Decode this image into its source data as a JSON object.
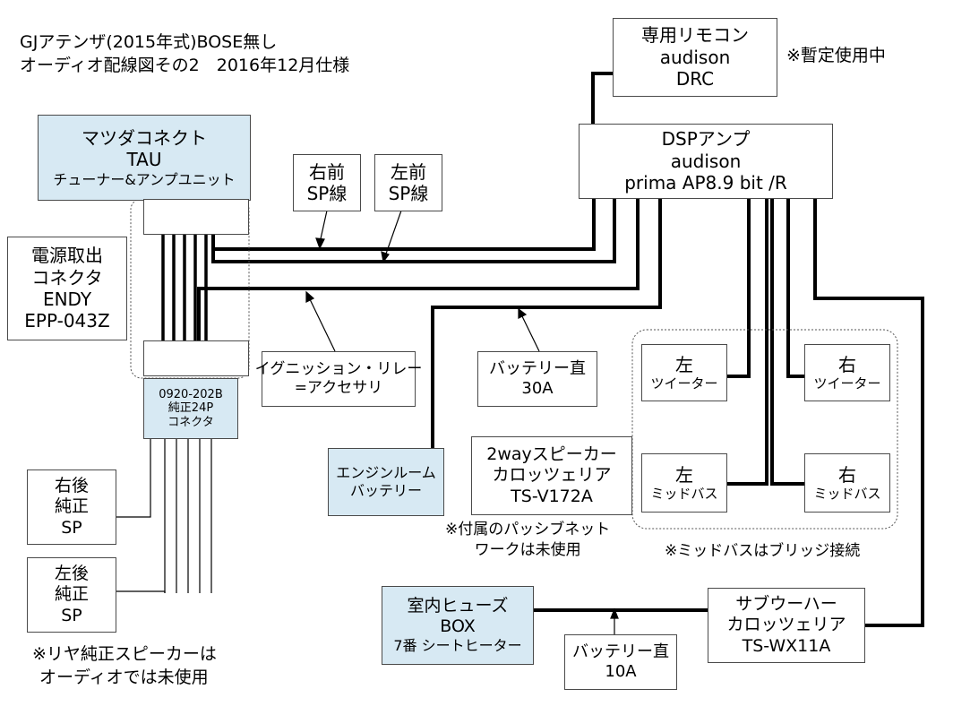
{
  "title": {
    "line1": "GJアテンザ(2015年式)BOSE無し",
    "line2": "オーディオ配線図その2　2016年12月仕様"
  },
  "remote": {
    "line1": "専用リモコン",
    "line2": "audison",
    "line3": "DRC"
  },
  "remote_note": "※暫定使用中",
  "dsp": {
    "line1": "DSPアンプ",
    "line2": "audison",
    "line3": "prima AP8.9 bit /R"
  },
  "mazda": {
    "line1": "マツダコネクト",
    "line2": "TAU",
    "line3": "チューナー&アンプユニット"
  },
  "power_conn": {
    "line1": "電源取出",
    "line2": "コネクタ",
    "line3": "ENDY",
    "line4": "EPP-043Z"
  },
  "harness_conn": {
    "line1": "0920-202B",
    "line2": "純正24P",
    "line3": "コネクタ"
  },
  "sp_front_right": {
    "line1": "右前",
    "line2": "SP線"
  },
  "sp_front_left": {
    "line1": "左前",
    "line2": "SP線"
  },
  "ignition": {
    "line1": "イグニッション・リレー",
    "line2": "=アクセサリ"
  },
  "battery_30a": {
    "line1": "バッテリー直",
    "line2": "30A"
  },
  "engine_battery": {
    "line1": "エンジンルーム",
    "line2": "バッテリー"
  },
  "speaker_2way": {
    "line1": "2wayスピーカー",
    "line2": "カロッツェリア",
    "line3": "TS-V172A"
  },
  "passive_note": {
    "line1": "※付属のパッシブネット",
    "line2": "ワークは未使用"
  },
  "tweeter_left": {
    "line1": "左",
    "line2": "ツイーター"
  },
  "tweeter_right": {
    "line1": "右",
    "line2": "ツイーター"
  },
  "mid_left": {
    "line1": "左",
    "line2": "ミッドバス"
  },
  "mid_right": {
    "line1": "右",
    "line2": "ミッドバス"
  },
  "bridge_note": "※ミッドバスはブリッジ接続",
  "rear_right": {
    "line1": "右後",
    "line2": "純正",
    "line3": "SP"
  },
  "rear_left": {
    "line1": "左後",
    "line2": "純正",
    "line3": "SP"
  },
  "rear_note": {
    "line1": "※リヤ純正スピーカーは",
    "line2": "オーディオでは未使用"
  },
  "fuse_box": {
    "line1": "室内ヒューズ",
    "line2": "BOX",
    "line3": "7番 シートヒーター"
  },
  "battery_10a": {
    "line1": "バッテリー直",
    "line2": "10A"
  },
  "subwoofer": {
    "line1": "サブウーハー",
    "line2": "カロッツェリア",
    "line3": "TS-WX11A"
  },
  "colors": {
    "box_fill": "#d7e9f3",
    "wire": "#000000",
    "border": "#4a4a4a"
  }
}
